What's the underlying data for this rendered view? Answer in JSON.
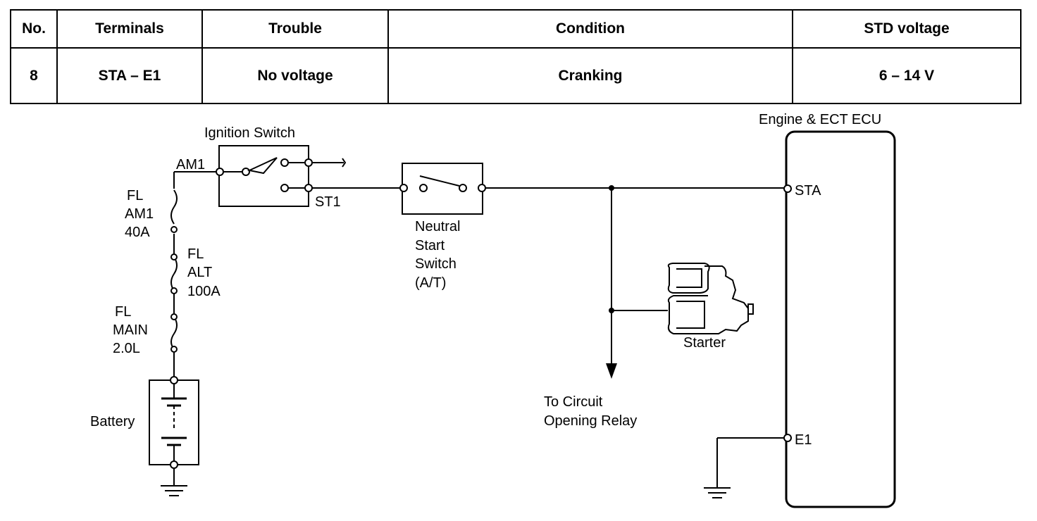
{
  "table": {
    "headers": [
      "No.",
      "Terminals",
      "Trouble",
      "Condition",
      "STD voltage"
    ],
    "row": [
      "8",
      "STA – E1",
      "No voltage",
      "Cranking",
      "6 – 14 V"
    ]
  },
  "diagram": {
    "ecu_label": "Engine & ECT ECU",
    "ecu_sta": "STA",
    "ecu_e1": "E1",
    "ignition_switch": "Ignition Switch",
    "am1": "AM1",
    "st1": "ST1",
    "fl_am1": [
      "FL",
      "AM1",
      "40A"
    ],
    "fl_alt": [
      "FL",
      "ALT",
      "100A"
    ],
    "fl_main": [
      "FL",
      "MAIN",
      "2.0L"
    ],
    "battery": "Battery",
    "neutral_start": [
      "Neutral",
      "Start",
      "Switch",
      "(A/T)"
    ],
    "starter": "Starter",
    "circuit_relay": [
      "To Circuit",
      "Opening Relay"
    ]
  }
}
